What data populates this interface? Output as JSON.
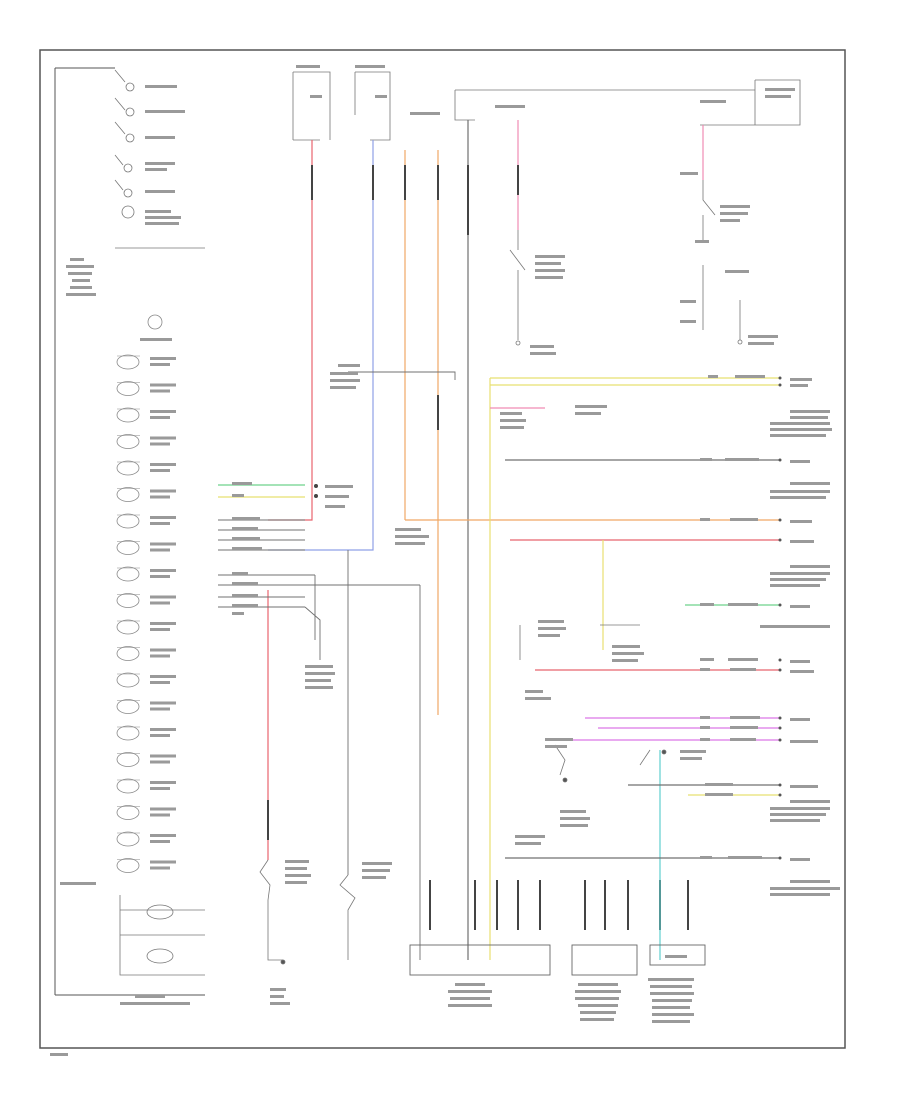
{
  "diagram": {
    "colors": {
      "red": "#e8646e",
      "blue": "#8fa0e6",
      "orange": "#f0a866",
      "pink": "#f08cb4",
      "green": "#6ed28c",
      "yellow": "#e8e070",
      "cyan": "#60cfcf",
      "magenta": "#dc78e6",
      "gray": "#707070",
      "frame": "#555555"
    },
    "cluster_gauges": [
      {
        "id": "g1"
      },
      {
        "id": "g2"
      },
      {
        "id": "g3"
      },
      {
        "id": "g4"
      },
      {
        "id": "g5"
      },
      {
        "id": "g6"
      },
      {
        "id": "g7"
      },
      {
        "id": "g8"
      },
      {
        "id": "g9"
      },
      {
        "id": "g10"
      },
      {
        "id": "g11"
      },
      {
        "id": "g12"
      },
      {
        "id": "g13"
      },
      {
        "id": "g14"
      },
      {
        "id": "g15"
      },
      {
        "id": "g16"
      },
      {
        "id": "g17"
      },
      {
        "id": "g18"
      },
      {
        "id": "g19"
      },
      {
        "id": "g20"
      }
    ],
    "bottom_modules": [
      {
        "id": "pcm"
      },
      {
        "id": "abs"
      },
      {
        "id": "sensor"
      }
    ]
  }
}
